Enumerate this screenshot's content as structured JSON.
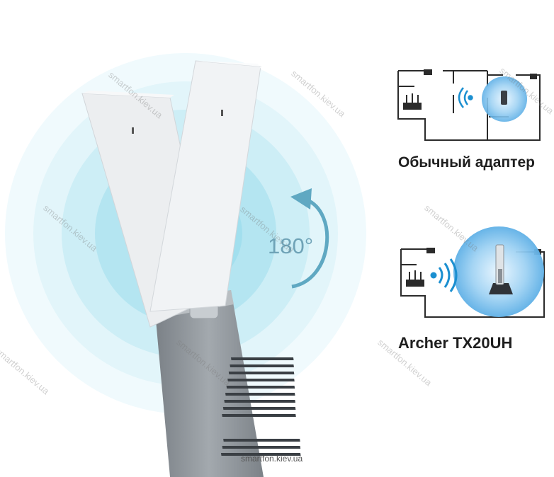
{
  "rotation": {
    "label": "180°"
  },
  "comparison": {
    "normal_adapter_label": "Обычный адаптер",
    "archer_label": "Archer TX20UH"
  },
  "watermark": {
    "text": "smartfon.kiev.ua"
  },
  "colors": {
    "glow": "#bfe8f2",
    "arrow": "#5fa8c2",
    "adapter_body": "#8a9096",
    "antenna": "#eceef0",
    "floorplan": "#2b2b2b",
    "signal_blue": "#1b8fd0"
  },
  "icons": [
    "router-icon",
    "usb-adapter-icon",
    "wifi-signal-icon",
    "rotate-arrow-icon"
  ]
}
